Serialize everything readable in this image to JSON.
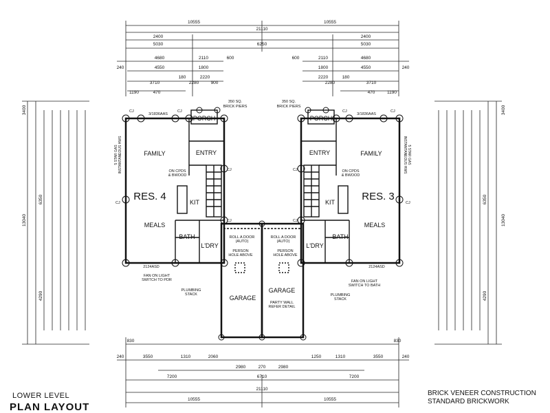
{
  "titles": {
    "level": "LOWER LEVEL",
    "plan": "PLAN LAYOUT",
    "construction": "BRICK VENEER CONSTRUCTION",
    "brickwork": "STANDARD BRICKWORK"
  },
  "dims": {
    "half_width": "10555",
    "total_width": "21110",
    "center_span": "6250",
    "d2400": "2400",
    "d5030": "5030",
    "d4680": "4680",
    "d2110": "2110",
    "d600": "600",
    "d240": "240",
    "d4550": "4550",
    "d1800": "1800",
    "d180": "180",
    "d2220": "2220",
    "d3710": "3710",
    "d2280": "2280",
    "d900": "900",
    "d1190": "1190",
    "d470": "470",
    "d3400": "3400",
    "d13040": "13040",
    "d6350": "6350",
    "d4290": "4290",
    "d830": "830",
    "d3550": "3550",
    "d1310": "1310",
    "d1250": "1250",
    "d2060": "2060",
    "d2980": "2980",
    "d270": "270",
    "d6710": "6710",
    "d7200": "7200"
  },
  "rooms": {
    "family": "FAMILY",
    "entry": "ENTRY",
    "porch": "PORCH",
    "meals": "MEALS",
    "kit": "KIT",
    "bath": "BATH",
    "ldry": "L'DRY",
    "garage": "GARAGE",
    "res4": "RES. 4",
    "res3": "RES. 3"
  },
  "notes": {
    "brick_piers_qty": "350 SQ.",
    "brick_piers": "BRICK PIERS",
    "roll_door": "ROLL A DOOR",
    "roll_door_sub": "(AUTO)",
    "person": "PERSON",
    "hole_above": "HOLE ABOVE",
    "party_wall": "PARTY WALL",
    "refer_detail": "REFER DETAIL",
    "fan_light": "FAN ON LIGHT",
    "switch_pdr": "SWITCH TO PDR",
    "switch_bath": "SWITCH TO BATH",
    "plumbing": "PLUMBING",
    "stack": "STACK",
    "on_cpds": "ON CPDS",
    "bwood": "& BWOOD",
    "window": "2124ASD",
    "cj": "CJ",
    "star_gas": "5 STAR GAS",
    "instant": "INSTANTANEOUS HWS",
    "bar": "3/1836AAS"
  }
}
